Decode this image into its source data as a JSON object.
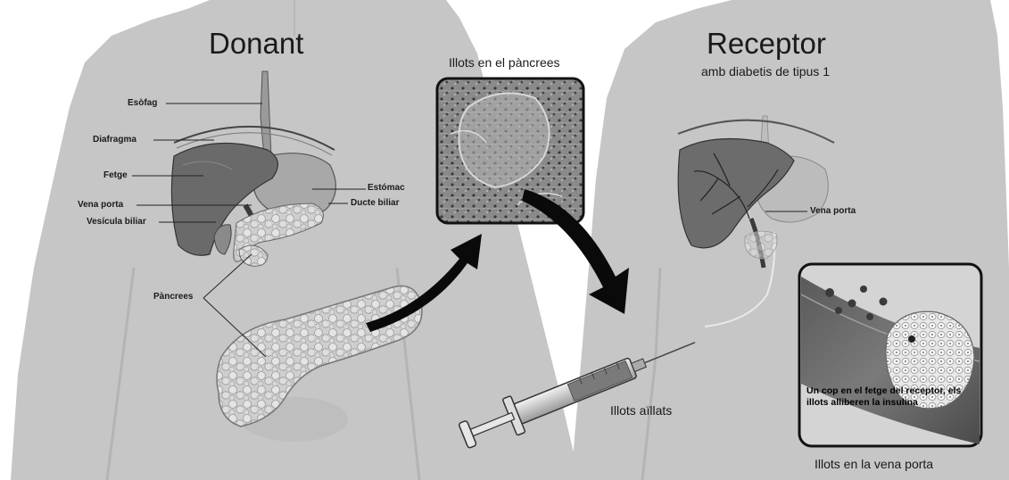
{
  "donor": {
    "title": "Donant",
    "labels": {
      "esophagus": "Esòfag",
      "diaphragm": "Diafragma",
      "liver": "Fetge",
      "portal_vein": "Vena porta",
      "gallbladder": "Vesícula biliar",
      "stomach": "Estómac",
      "bile_duct": "Ducte biliar",
      "pancreas": "Pàncrees"
    }
  },
  "islets_in_pancreas": "Illots en el pàncrees",
  "isolated_islets": "Illots aïllats",
  "recipient": {
    "title": "Receptor",
    "subtitle": "amb diabetis de tipus 1",
    "portal_vein": "Vena porta",
    "islets_in_portal_vein": "Illots en la vena porta",
    "note": "Un cop en el fetge del receptor, els illots alliberen la insulina"
  },
  "colors": {
    "background": "#ffffff",
    "body_silhouette": "#c4c4c4",
    "organ_dark": "#6e6e6e",
    "arrow": "#0a0a0a"
  }
}
